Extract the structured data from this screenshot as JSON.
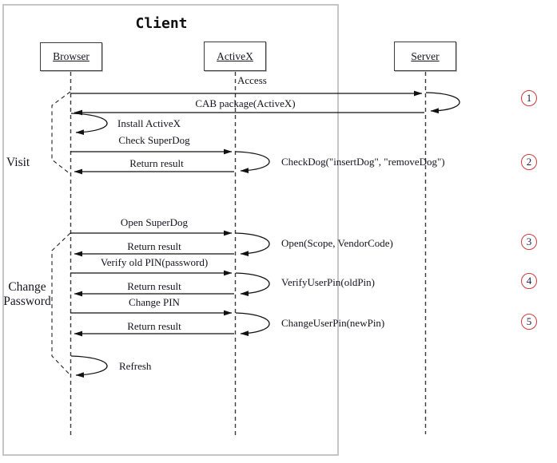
{
  "frame": {
    "title": "Client"
  },
  "actors": {
    "browser": "Browser",
    "activex": "ActiveX",
    "server": "Server"
  },
  "groups": {
    "visit": "Visit",
    "change_line1": "Change",
    "change_line2": "Password"
  },
  "labels": {
    "access": "Access",
    "cab_package": "CAB package(ActiveX)",
    "install_activex": "Install ActiveX",
    "check_superdog": "Check SuperDog",
    "return_result_1": "Return result",
    "checkdog_call": "CheckDog(\"insertDog\", \"removeDog\")",
    "open_superdog": "Open SuperDog",
    "return_result_2": "Return result",
    "open_call": "Open(Scope, VendorCode)",
    "verify_old_pin": "Verify old PIN(password)",
    "return_result_3": "Return result",
    "verify_call": "VerifyUserPin(oldPin)",
    "change_pin": "Change PIN",
    "return_result_4": "Return result",
    "change_call": "ChangeUserPin(newPin)",
    "refresh": "Refresh"
  },
  "steps": [
    "1",
    "2",
    "3",
    "4",
    "5"
  ],
  "colors": {
    "line": "#111111",
    "frame_border": "#c6c6c6",
    "step_circle_border": "#cf3a3a",
    "step_number": "#1c1c3a"
  }
}
